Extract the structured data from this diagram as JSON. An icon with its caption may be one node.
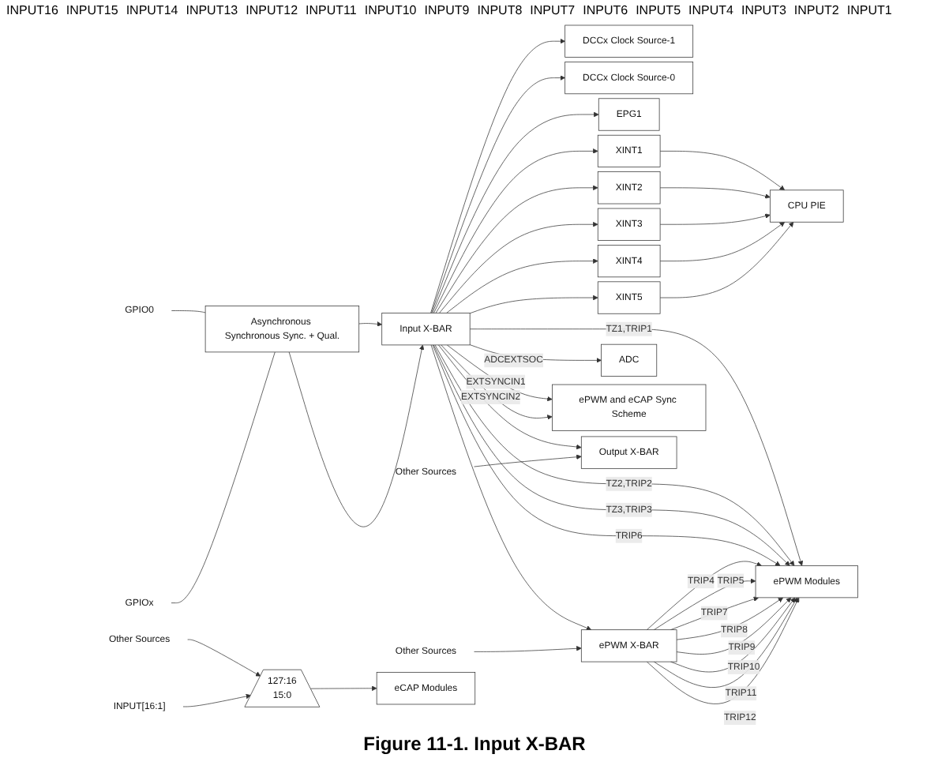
{
  "diagram": {
    "caption": "Figure 11-1. Input X-BAR",
    "nodes": [
      {
        "text": [
          "GPIO0"
        ]
      },
      {
        "text": [
          "GPIOx"
        ]
      },
      {
        "text": [
          "Asynchronous Synchronous Sync. + Qual."
        ]
      },
      {
        "text": [
          "Input X-BAR"
        ]
      },
      {
        "text": [
          "Other Sources"
        ]
      },
      {
        "text": [
          "INPUT[16:1]"
        ]
      },
      {
        "text": [
          "127:16",
          "15:0"
        ]
      },
      {
        "text": [
          "eCAP Modules"
        ]
      },
      {
        "text": [
          "DCCx Clock Source-1"
        ]
      },
      {
        "text": [
          "DCCx Clock Source-0"
        ]
      },
      {
        "text": [
          "EPG1"
        ]
      },
      {
        "text": [
          "CPU PIE"
        ]
      },
      {
        "text": [
          "XINT1"
        ]
      },
      {
        "text": [
          "XINT2"
        ]
      },
      {
        "text": [
          "XINT3"
        ]
      },
      {
        "text": [
          "XINT4"
        ]
      },
      {
        "text": [
          "XINT5"
        ]
      },
      {
        "text": [
          "ePWM X-BAR"
        ]
      },
      {
        "text": [
          "ePWM Modules"
        ]
      },
      {
        "text": [
          "ADC"
        ]
      },
      {
        "text": [
          "ePWM and eCAP Sync Scheme"
        ]
      },
      {
        "text": [
          "Output X-BAR"
        ]
      },
      {
        "text": [
          "Other Sources"
        ]
      },
      {
        "text": [
          "Other Sources"
        ]
      }
    ],
    "edges": [
      {
        "from": 0,
        "to": 2,
        "arrow": "none"
      },
      {
        "from": 1,
        "to": 2,
        "arrow": "none"
      },
      {
        "from": 2,
        "to": 3,
        "arrow": "to"
      },
      {
        "from": 2,
        "to": 3,
        "arrow": "to"
      },
      {
        "from": 4,
        "to": 6,
        "arrow": "to"
      },
      {
        "from": 5,
        "to": 6,
        "arrow": "to"
      },
      {
        "from": 6,
        "to": 7,
        "arrow": "to"
      },
      {
        "from": 3,
        "to": 8,
        "arrow": "to"
      },
      {
        "from": 3,
        "to": 9,
        "arrow": "to"
      },
      {
        "from": 3,
        "to": 10,
        "arrow": "to"
      },
      {
        "from": 3,
        "to": 12,
        "arrow": "to"
      },
      {
        "from": 3,
        "to": 13,
        "arrow": "to"
      },
      {
        "from": 3,
        "to": 14,
        "arrow": "to"
      },
      {
        "from": 3,
        "to": 15,
        "arrow": "to"
      },
      {
        "from": 3,
        "to": 16,
        "arrow": "to"
      },
      {
        "from": 12,
        "to": 11,
        "arrow": "to"
      },
      {
        "from": 13,
        "to": 11,
        "arrow": "to"
      },
      {
        "from": 14,
        "to": 11,
        "arrow": "to"
      },
      {
        "from": 15,
        "to": 11,
        "arrow": "to"
      },
      {
        "from": 16,
        "to": 11,
        "arrow": "to"
      },
      {
        "from": 3,
        "to": 18,
        "arrow": "to",
        "label": "TZ1,TRIP1"
      },
      {
        "from": 3,
        "to": 18,
        "arrow": "to",
        "label": "TZ2,TRIP2"
      },
      {
        "from": 3,
        "to": 18,
        "arrow": "to",
        "label": "TZ3,TRIP3"
      },
      {
        "from": 3,
        "to": 18,
        "arrow": "to",
        "label": "TRIP6"
      },
      {
        "from": 3,
        "to": 17,
        "arrow": "to"
      },
      {
        "from": 22,
        "to": 17,
        "arrow": "to"
      },
      {
        "from": 17,
        "to": 18,
        "arrow": "to",
        "label": "TRIP4"
      },
      {
        "from": 17,
        "to": 18,
        "arrow": "to",
        "label": "TRIP5"
      },
      {
        "from": 17,
        "to": 18,
        "arrow": "to",
        "label": "TRIP7"
      },
      {
        "from": 17,
        "to": 18,
        "arrow": "to",
        "label": "TRIP8"
      },
      {
        "from": 17,
        "to": 18,
        "arrow": "to",
        "label": "TRIP9"
      },
      {
        "from": 17,
        "to": 18,
        "arrow": "to",
        "label": "TRIP10"
      },
      {
        "from": 17,
        "to": 18,
        "arrow": "to",
        "label": "TRIP11"
      },
      {
        "from": 17,
        "to": 18,
        "arrow": "to",
        "label": "TRIP12"
      },
      {
        "from": 3,
        "to": 19,
        "arrow": "to",
        "label": "ADCEXTSOC"
      },
      {
        "from": 3,
        "to": 20,
        "arrow": "to",
        "label": "EXTSYNCIN1"
      },
      {
        "from": 3,
        "to": 20,
        "arrow": "to",
        "label": "EXTSYNCIN2"
      },
      {
        "from": 3,
        "to": 21,
        "arrow": "to"
      },
      {
        "from": 23,
        "to": 21,
        "arrow": "to"
      }
    ],
    "labels": [
      "INPUT16",
      "INPUT15",
      "INPUT14",
      "INPUT13",
      "INPUT12",
      "INPUT11",
      "INPUT10",
      "INPUT9",
      "INPUT8",
      "INPUT7",
      "INPUT6",
      "INPUT5",
      "INPUT4",
      "INPUT3",
      "INPUT2",
      "INPUT1"
    ]
  }
}
